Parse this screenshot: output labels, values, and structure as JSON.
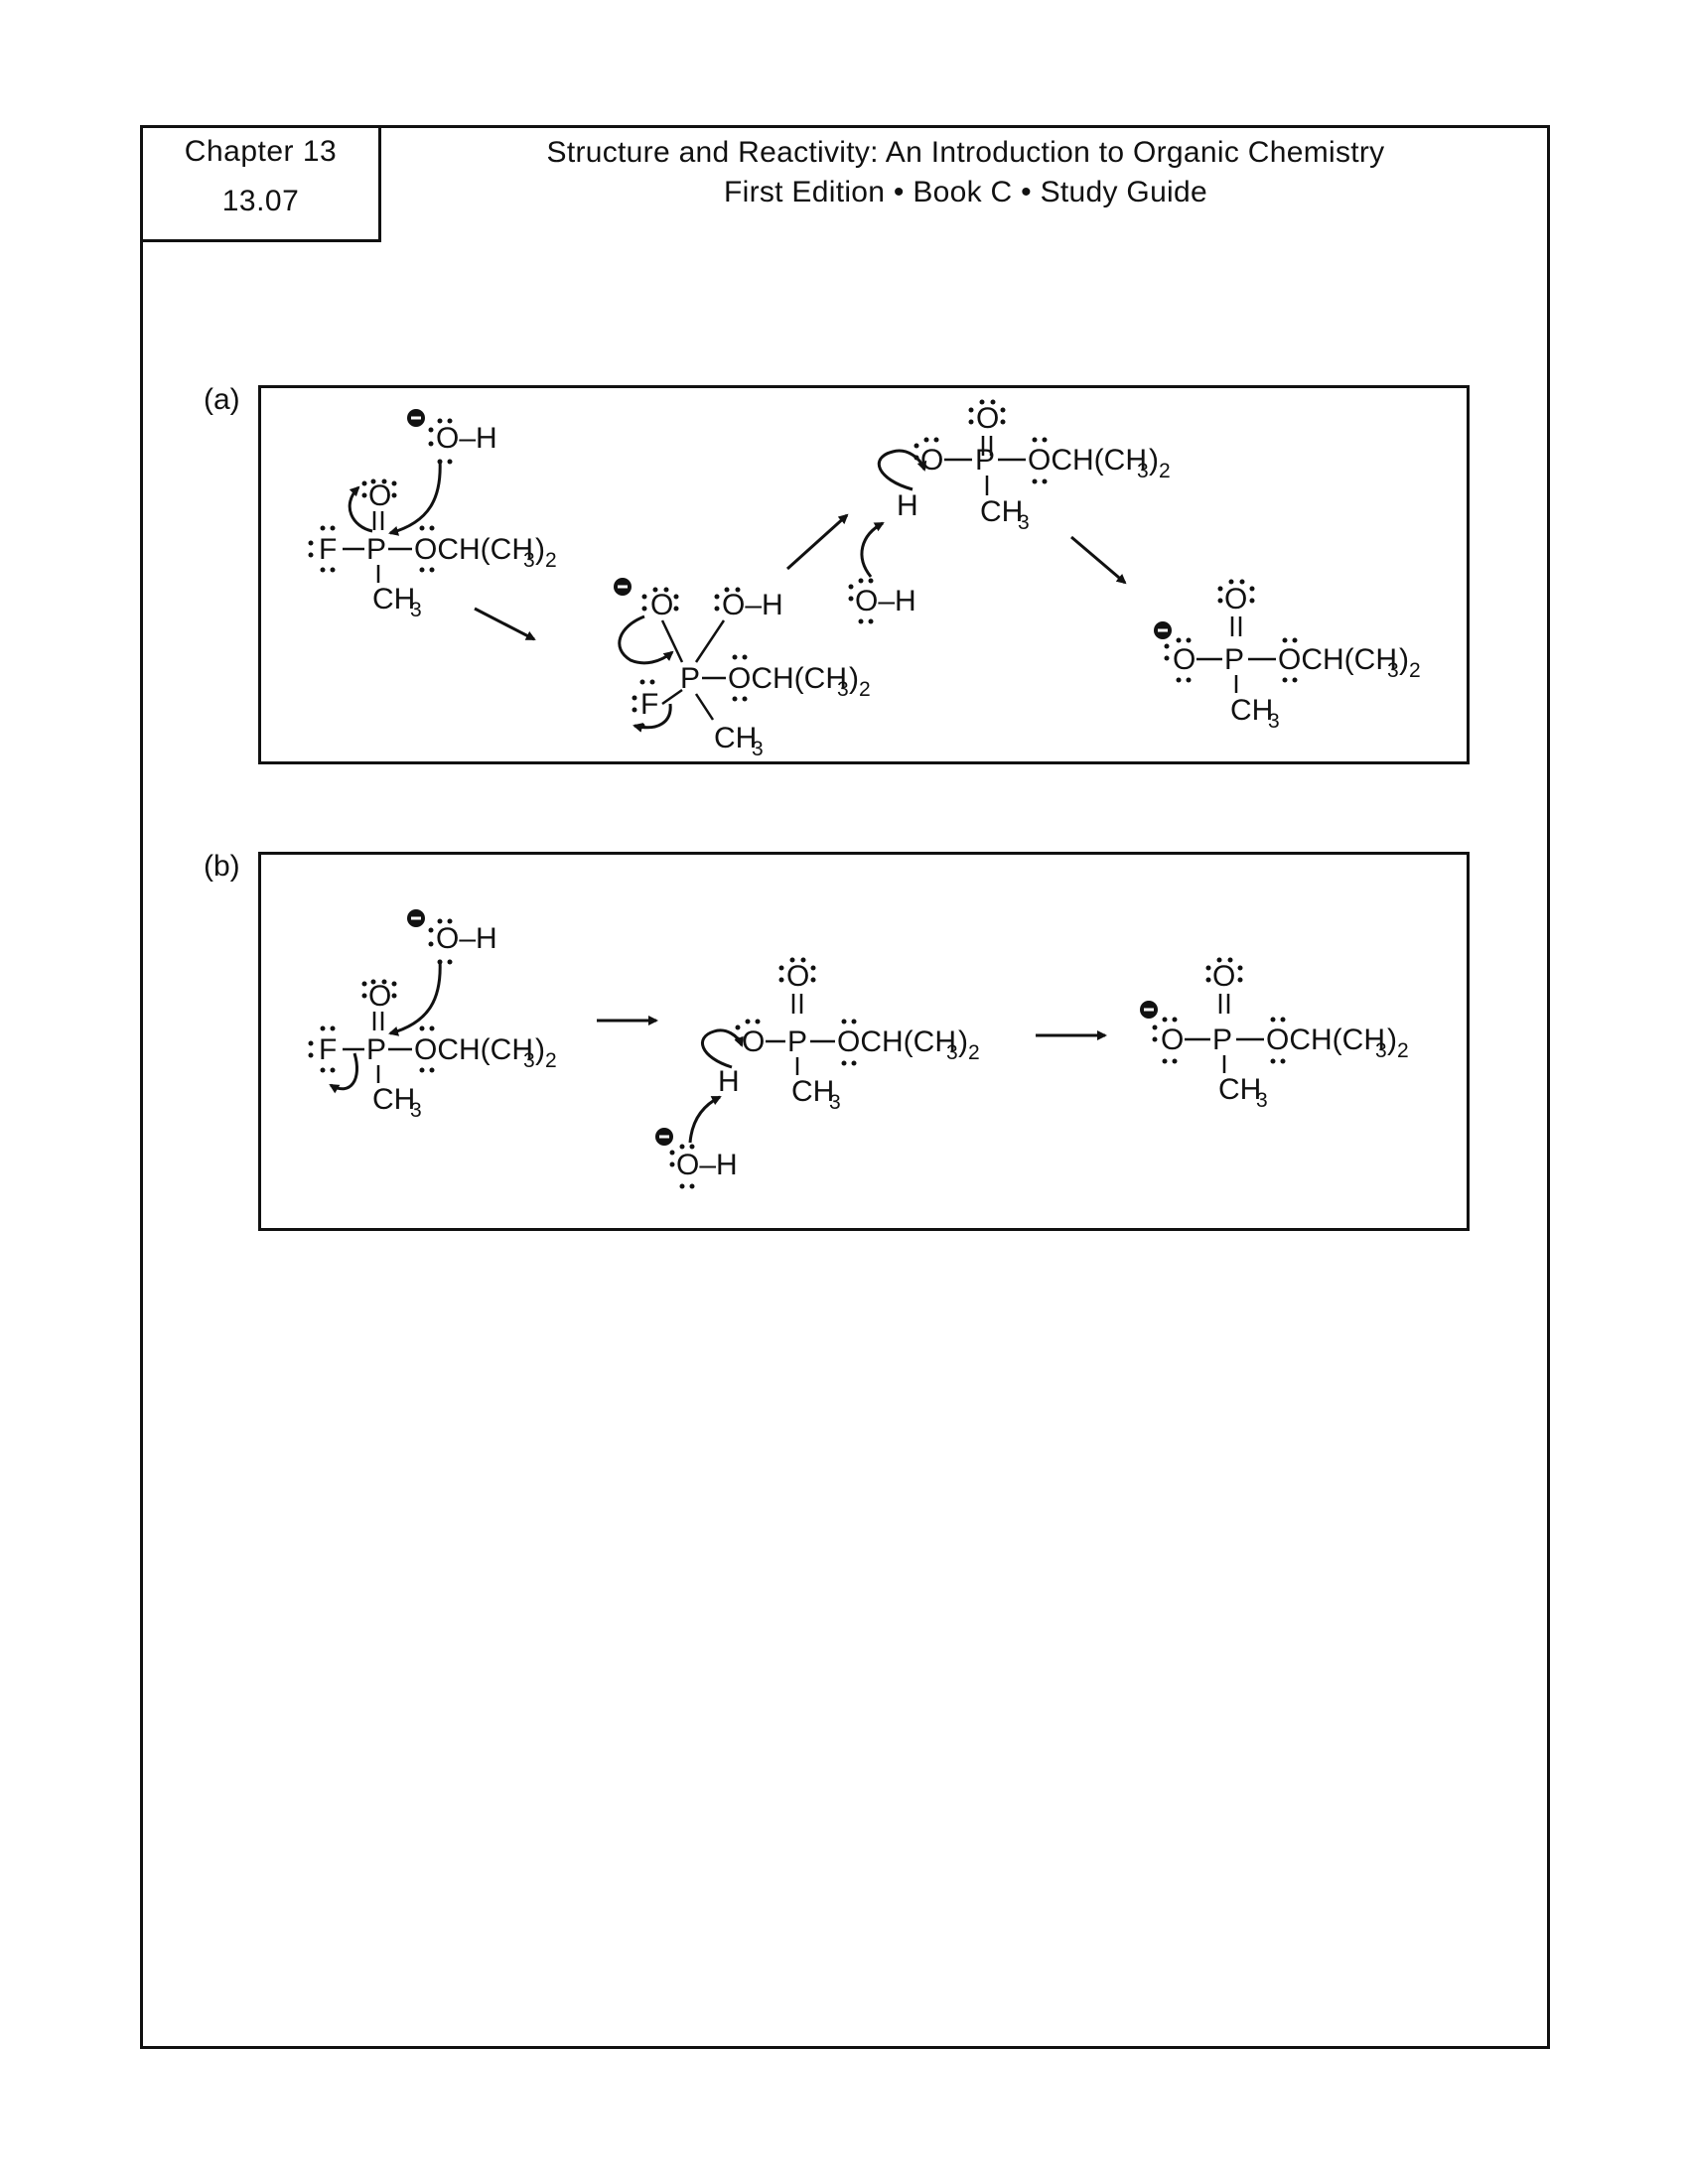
{
  "header": {
    "chapter": "Chapter 13",
    "problem": "13.07",
    "title_line1": "Structure and Reactivity: An Introduction to Organic Chemistry",
    "title_line2": "First Edition • Book C • Study Guide"
  },
  "parts": [
    {
      "label": "(a)"
    },
    {
      "label": "(b)"
    }
  ],
  "chem": {
    "O": "O",
    "P": "P",
    "F": "F",
    "H": "H",
    "OH": "O–H",
    "CH": "CH",
    "sub3": "3",
    "sub2": "2",
    "OCH": "OCH(CH",
    "close": ")",
    "minus": "−"
  }
}
